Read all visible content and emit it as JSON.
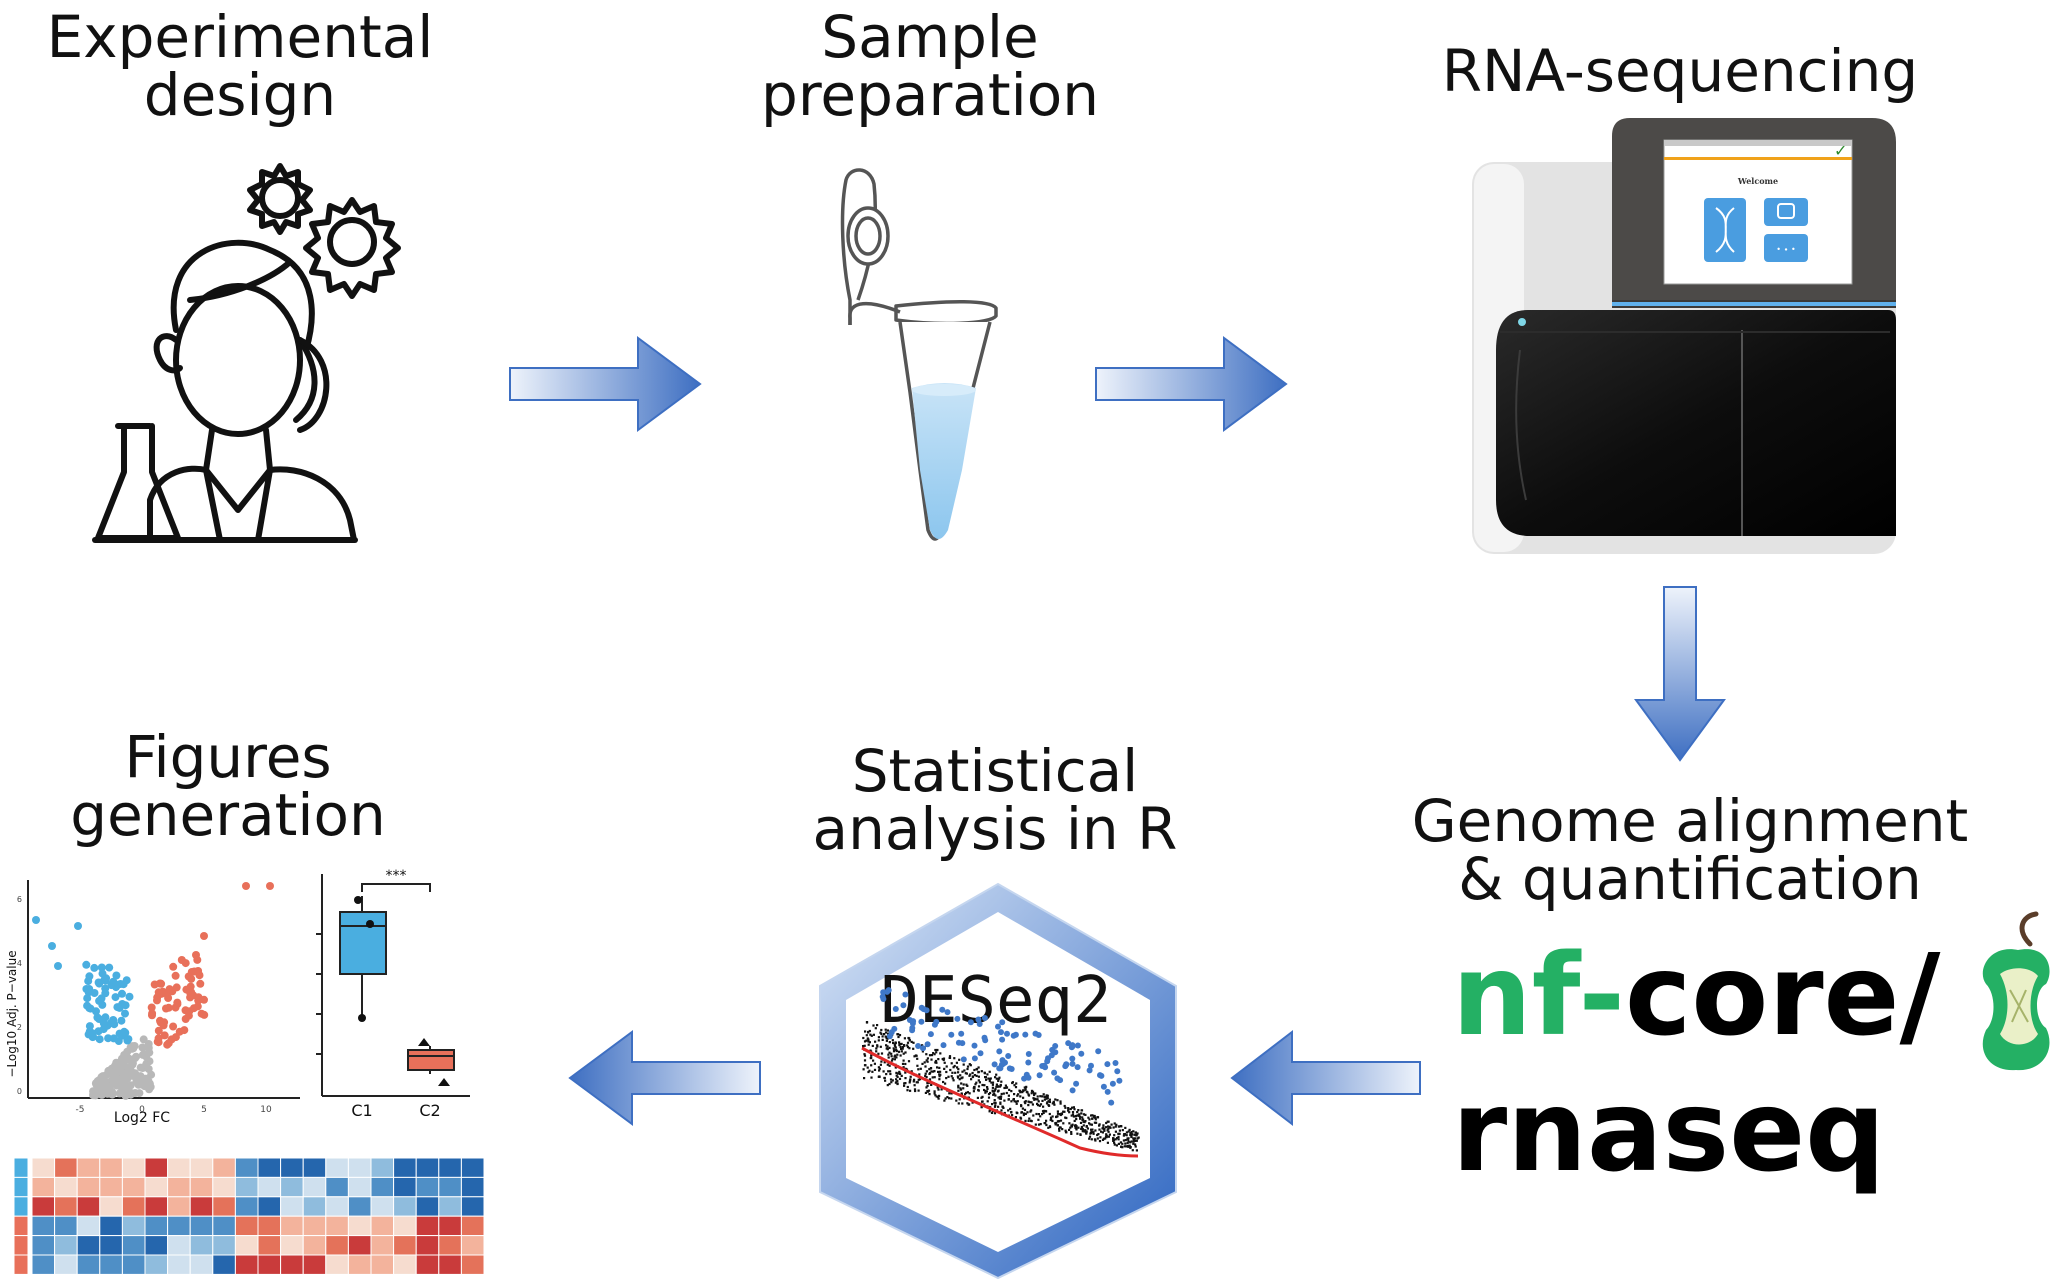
{
  "steps": {
    "experimental_design": {
      "line1": "Experimental",
      "line2": "design"
    },
    "sample_preparation": {
      "line1": "Sample",
      "line2": "preparation"
    },
    "rna_sequencing": {
      "line1": "RNA-sequencing"
    },
    "genome_alignment": {
      "line1": "Genome alignment",
      "line2": "& quantification"
    },
    "statistical_analysis": {
      "line1": "Statistical",
      "line2": "analysis in R"
    },
    "figures_generation": {
      "line1": "Figures",
      "line2": "generation"
    }
  },
  "sequencer_screen": {
    "welcome": "Welcome"
  },
  "nfcore": {
    "prefix": "nf",
    "dash": "-",
    "core": "core/",
    "pipeline": "rnaseq"
  },
  "deseq2": {
    "label": "DESeq2"
  },
  "volcano": {
    "ylabel": "−Log10 Adj. P−value",
    "xlabel": "Log2 FC",
    "xticks": [
      "-5",
      "0",
      "5",
      "10"
    ],
    "yticks": [
      "0",
      "2",
      "4",
      "6"
    ]
  },
  "boxplot": {
    "categories": [
      "C1",
      "C2"
    ],
    "significance": "***"
  },
  "colors": {
    "arrow_dark": "#3b6fc0",
    "arrow_light": "#e8eef8",
    "nf_green": "#24b064",
    "volcano_blue": "#4aaee0",
    "volcano_red": "#e8705a",
    "hex_blue": "#2a63c0"
  }
}
